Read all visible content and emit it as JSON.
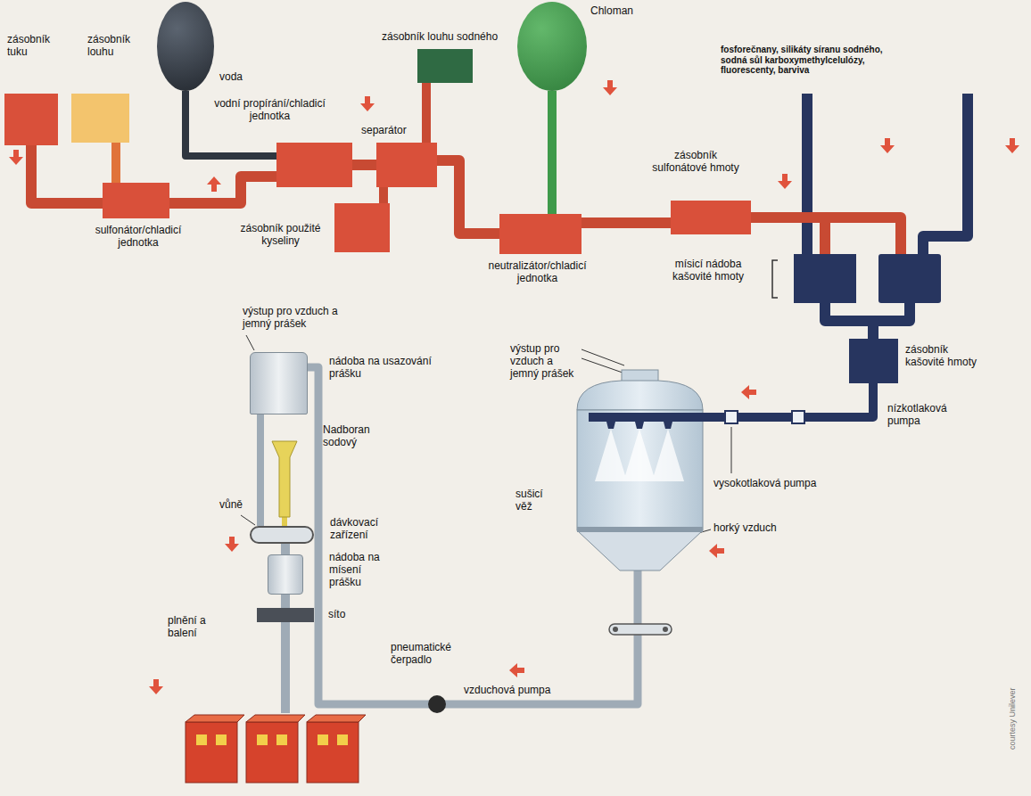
{
  "diagram": {
    "nodes": [
      {
        "text": [
          "zásobník tuku"
        ]
      },
      {
        "text": [
          "zásobník louhu"
        ]
      },
      {
        "text": [
          "voda"
        ]
      },
      {
        "text": [
          "sulfonátor/chladicí jednotka"
        ]
      },
      {
        "text": [
          "vodní propírání/chladicí jednotka"
        ]
      },
      {
        "text": [
          "zásobník použité kyseliny"
        ]
      },
      {
        "text": [
          "separátor"
        ]
      },
      {
        "text": [
          "zásobník louhu sodného"
        ]
      },
      {
        "text": [
          "Chloman"
        ]
      },
      {
        "text": [
          "neutralizátor/chladicí jednotka"
        ]
      },
      {
        "text": [
          "zásobník sulfonátové hmoty"
        ]
      },
      {
        "text": [
          "mísicí nádoba kašovité hmoty"
        ]
      },
      {
        "text": [
          "zásobník kašovité hmoty"
        ]
      },
      {
        "text": [
          "sušicí věž"
        ]
      },
      {
        "text": [
          "nádoba na usazování prášku"
        ]
      },
      {
        "text": [
          "Nadboran sodový"
        ]
      },
      {
        "text": [
          "dávkovací zařízení"
        ]
      },
      {
        "text": [
          "nádoba na mísení prášku"
        ]
      },
      {
        "text": [
          "síto"
        ]
      },
      {
        "text": [
          "plnění a balení"
        ]
      }
    ],
    "edges": [
      {
        "from": 0,
        "to": 3,
        "arrow": "none"
      },
      {
        "from": 1,
        "to": 3,
        "arrow": "none"
      },
      {
        "from": 2,
        "to": 4,
        "arrow": "none"
      },
      {
        "from": 3,
        "to": 4,
        "arrow": "none"
      },
      {
        "from": 4,
        "to": 6,
        "arrow": "none"
      },
      {
        "from": 7,
        "to": 6,
        "arrow": "none"
      },
      {
        "from": 6,
        "to": 5,
        "arrow": "none"
      },
      {
        "from": 6,
        "to": 9,
        "arrow": "none"
      },
      {
        "from": 8,
        "to": 9,
        "arrow": "none"
      },
      {
        "from": 9,
        "to": 10,
        "arrow": "none"
      },
      {
        "from": 10,
        "to": 11,
        "arrow": "none"
      },
      {
        "from": 11,
        "to": 12,
        "arrow": "none"
      },
      {
        "from": 12,
        "to": 13,
        "arrow": "none"
      },
      {
        "from": 13,
        "to": 14,
        "arrow": "none"
      },
      {
        "from": 14,
        "to": 16,
        "arrow": "none"
      },
      {
        "from": 15,
        "to": 16,
        "arrow": "none"
      },
      {
        "from": 16,
        "to": 17,
        "arrow": "none"
      },
      {
        "from": 17,
        "to": 18,
        "arrow": "none"
      },
      {
        "from": 18,
        "to": 19,
        "arrow": "none"
      }
    ],
    "labels": [
      "fosforečnany, silikáty síranu sodného, sodná sůl karboxymethylcelulózy, fluorescenty, barviva",
      "nízkotlaková pumpa",
      "vysokotlaková pumpa",
      "horký vzduch",
      "výstup pro vzduch a jemný prášek",
      "výstup pro vzduch a jemný prášek",
      "vůně",
      "pneumatické čerpadlo",
      "vzduchová pumpa",
      "courtesy Unilever"
    ]
  }
}
